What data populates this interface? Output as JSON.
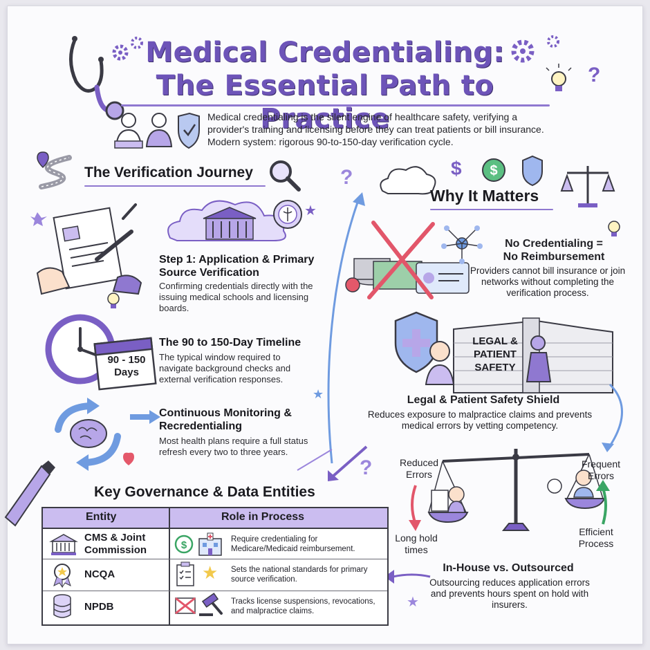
{
  "header": {
    "title_line1": "Medical Credentialing:",
    "title_line2": "The Essential Path to Practice",
    "intro": "Medical credentialing is the silent engine of healthcare safety, verifying a provider's training and licensing before they can treat patients or bill insurance. Modern system: rigorous 90-to-150-day verification cycle."
  },
  "journey": {
    "heading": "The Verification Journey",
    "steps": [
      {
        "title": "Step 1: Application & Primary Source Verification",
        "text": "Confirming credentials directly with the issuing medical schools and licensing boards."
      },
      {
        "title": "The 90 to 150-Day Timeline",
        "text": "The typical window required to navigate background checks and external verification responses.",
        "calendar_label_1": "90 - 150",
        "calendar_label_2": "Days"
      },
      {
        "title": "Continuous Monitoring & Recredentialing",
        "text": "Most health plans require a full status refresh every two to three years."
      }
    ]
  },
  "matters": {
    "heading": "Why It Matters",
    "items": [
      {
        "title_1": "No Credentialing =",
        "title_2": "No Reimbursement",
        "text": "Providers cannot bill insurance or join networks without completing the verification process."
      },
      {
        "title": "Legal & Patient Safety Shield",
        "text": "Reduces exposure to malpractice claims and prevents medical errors by vetting competency.",
        "wall_label": "LEGAL & PATIENT SAFETY"
      },
      {
        "title": "In-House vs. Outsourced",
        "text": "Outsourcing reduces application errors and prevents hours spent on hold with insurers."
      }
    ],
    "scale": {
      "left_top": "Reduced Errors",
      "left_bottom": "Long hold times",
      "right_top": "Frequent Errors",
      "right_bottom": "Efficient Process"
    }
  },
  "governance": {
    "heading": "Key Governance & Data Entities",
    "columns": [
      "Entity",
      "Role in Process"
    ],
    "rows": [
      {
        "entity": "CMS & Joint Commission",
        "role": "Require credentialing for Medicare/Medicaid reimbursement."
      },
      {
        "entity": "NCQA",
        "role": "Sets the national standards for primary source verification."
      },
      {
        "entity": "NPDB",
        "role": "Tracks license suspensions, revocations, and malpractice claims."
      }
    ]
  },
  "colors": {
    "accent": "#6d54b8",
    "lavender": "#cbbdf0",
    "ink": "#2a2a33",
    "red": "#d64a5c",
    "green": "#3aa564",
    "blue": "#4a7fd0"
  }
}
